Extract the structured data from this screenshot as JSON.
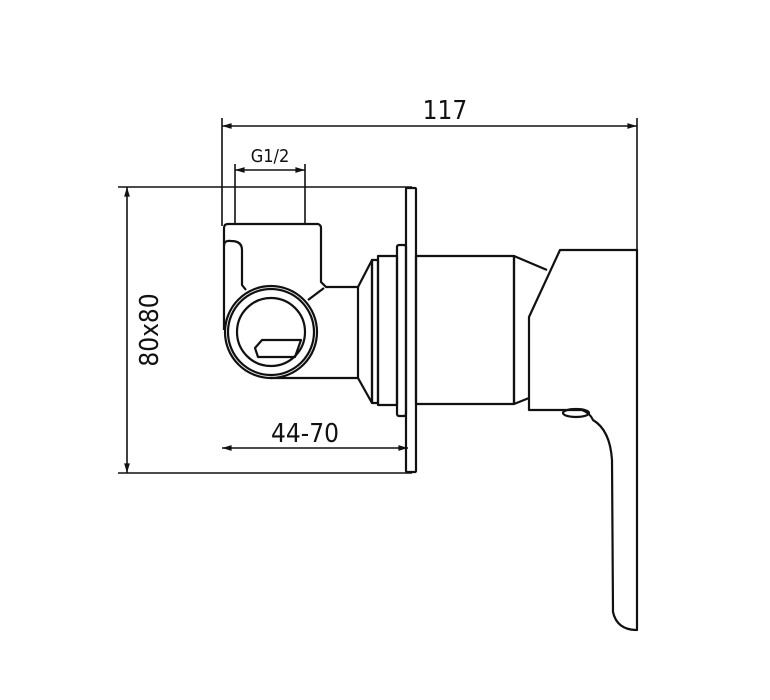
{
  "dimensions": {
    "overall_length": "117",
    "thread_size": "G1/2",
    "plate_size": "80x80",
    "wall_depth_range": "44-70"
  },
  "colors": {
    "line": "#111111",
    "background": "#ffffff"
  }
}
